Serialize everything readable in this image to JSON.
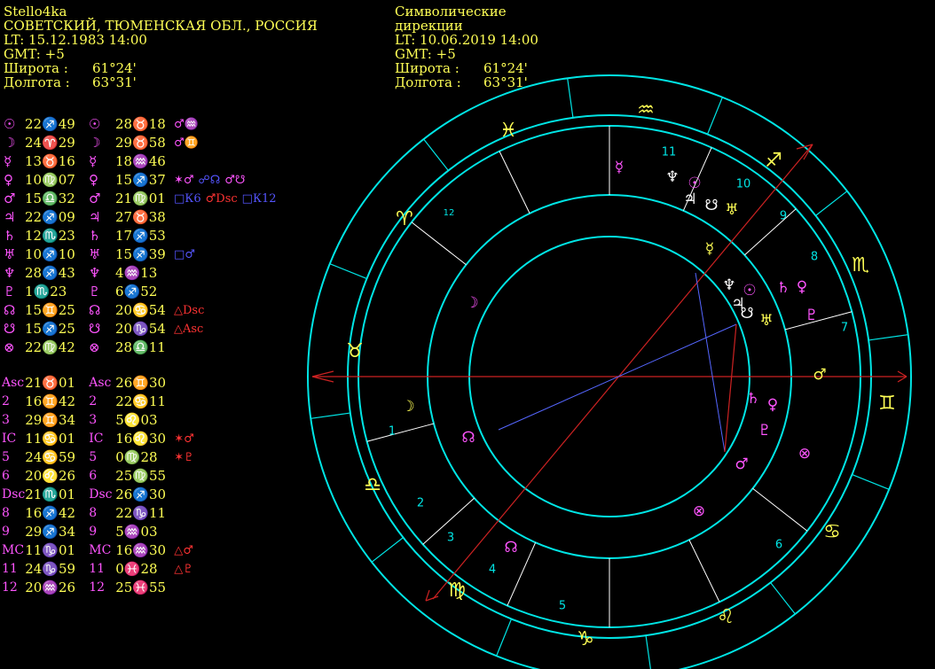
{
  "natal": {
    "name": "Stello4ka",
    "place": "СОВЕТСКИЙ, ТЮМЕНСКАЯ ОБЛ., РОССИЯ",
    "lt": "LT: 15.12.1983  14:00",
    "gmt": "GMT: +5",
    "lat_label": "Широта :",
    "lat_value": "61°24'",
    "lon_label": "Долгота :",
    "lon_value": "63°31'"
  },
  "directions": {
    "title1": "Символические",
    "title2": "дирекции",
    "lt": "LT: 10.06.2019  14:00",
    "gmt": "GMT: +5",
    "lat_label": "Широта :",
    "lat_value": "61°24'",
    "lon_label": "Долгота :",
    "lon_value": "63°31'"
  },
  "planets": [
    {
      "g": "☉",
      "n": "22♐49",
      "d": "28♉18",
      "asp": [
        {
          "t": "♂♒",
          "c": "#ff55ff"
        }
      ]
    },
    {
      "g": "☽",
      "n": "24♈29",
      "d": "29♉58",
      "asp": [
        {
          "t": "♂♊",
          "c": "#ff55ff"
        }
      ]
    },
    {
      "g": "☿",
      "n": "13♉16",
      "d": "18♒46",
      "asp": []
    },
    {
      "g": "♀",
      "n": "10♍07",
      "d": "15♐37",
      "asp": [
        {
          "t": "✶♂",
          "c": "#ff55ff"
        },
        {
          "t": "☍☊",
          "c": "#5555ff"
        },
        {
          "t": "♂☋",
          "c": "#ff55ff"
        }
      ]
    },
    {
      "g": "♂",
      "n": "15♎32",
      "d": "21♍01",
      "asp": [
        {
          "t": "□К6",
          "c": "#5555ff"
        },
        {
          "t": "♂Dsc",
          "c": "#ff3333"
        },
        {
          "t": "□К12",
          "c": "#5555ff"
        }
      ]
    },
    {
      "g": "♃",
      "n": "22♐09",
      "d": "27♉38",
      "asp": []
    },
    {
      "g": "♄",
      "n": "12♏23",
      "d": "17♐53",
      "asp": []
    },
    {
      "g": "♅",
      "n": "10♐10",
      "d": "15♐39",
      "asp": [
        {
          "t": "□♂",
          "c": "#5555ff"
        }
      ]
    },
    {
      "g": "♆",
      "n": "28♐43",
      "d": "4♒13",
      "asp": []
    },
    {
      "g": "♇",
      "n": "1♏23",
      "d": "6♐52",
      "asp": []
    },
    {
      "g": "☊",
      "n": "15♊25",
      "d": "20♋54",
      "asp": [
        {
          "t": "△Dsc",
          "c": "#ff3333"
        }
      ]
    },
    {
      "g": "☋",
      "n": "15♐25",
      "d": "20♑54",
      "asp": [
        {
          "t": "△Asc",
          "c": "#ff3333"
        }
      ]
    },
    {
      "g": "⊗",
      "n": "22♍42",
      "d": "28♎11",
      "asp": []
    }
  ],
  "houses": [
    {
      "g": "Asc",
      "n": "21♉01",
      "dg": "Asc",
      "d": "26♊30",
      "asp": []
    },
    {
      "g": "2",
      "n": "16♊42",
      "dg": "2",
      "d": "22♋11",
      "asp": []
    },
    {
      "g": "3",
      "n": "29♊34",
      "dg": "3",
      "d": "5♌03",
      "asp": []
    },
    {
      "g": "IC",
      "n": "11♋01",
      "dg": "IC",
      "d": "16♌30",
      "asp": [
        {
          "t": "✶♂",
          "c": "#ff3333"
        }
      ]
    },
    {
      "g": "5",
      "n": "24♋59",
      "dg": "5",
      "d": "0♍28",
      "asp": [
        {
          "t": "✶♇",
          "c": "#ff3333"
        }
      ]
    },
    {
      "g": "6",
      "n": "20♌26",
      "dg": "6",
      "d": "25♍55",
      "asp": []
    },
    {
      "g": "Dsc",
      "n": "21♏01",
      "dg": "Dsc",
      "d": "26♐30",
      "asp": []
    },
    {
      "g": "8",
      "n": "16♐42",
      "dg": "8",
      "d": "22♑11",
      "asp": []
    },
    {
      "g": "9",
      "n": "29♐34",
      "dg": "9",
      "d": "5♒03",
      "asp": []
    },
    {
      "g": "MC",
      "n": "11♑01",
      "dg": "MC",
      "d": "16♒30",
      "asp": [
        {
          "t": "△♂",
          "c": "#ff3333"
        }
      ]
    },
    {
      "g": "11",
      "n": "24♑59",
      "dg": "11",
      "d": "0♓28",
      "asp": [
        {
          "t": "△♇",
          "c": "#ff3333"
        }
      ]
    },
    {
      "g": "12",
      "n": "20♒26",
      "dg": "12",
      "d": "25♓55",
      "asp": []
    }
  ],
  "wheel": {
    "signs": [
      {
        "g": "♒",
        "c": "#ffff55"
      },
      {
        "g": "♓",
        "c": "#ffff55"
      },
      {
        "g": "♐",
        "c": "#ffff55"
      },
      {
        "g": "♈",
        "c": "#ffff55"
      },
      {
        "g": "♉",
        "c": "#ffff55"
      },
      {
        "g": "♏",
        "c": "#ffff55"
      },
      {
        "g": "♊",
        "c": "#ffff55"
      },
      {
        "g": "♎",
        "c": "#ffff55"
      },
      {
        "g": "♋",
        "c": "#ffff55"
      },
      {
        "g": "♍",
        "c": "#ffff55"
      },
      {
        "g": "♌",
        "c": "#ffff55"
      },
      {
        "g": "♑",
        "c": "#ffff55"
      }
    ],
    "house_numbers": [
      "1",
      "2",
      "3",
      "4",
      "5",
      "6",
      "7",
      "8",
      "9",
      "10",
      "11",
      "12"
    ],
    "glyphs": [
      {
        "g": "☿",
        "c": "#ff55ff"
      },
      {
        "g": "♆",
        "c": "#ffffff"
      },
      {
        "g": "☉",
        "c": "#ff55ff"
      },
      {
        "g": "♃",
        "c": "#ffffff"
      },
      {
        "g": "☋",
        "c": "#ffffff"
      },
      {
        "g": "♅",
        "c": "#ffff55"
      },
      {
        "g": "☿",
        "c": "#ffff55"
      },
      {
        "g": "♆",
        "c": "#ffffff"
      },
      {
        "g": "☉",
        "c": "#ff55ff"
      },
      {
        "g": "♄",
        "c": "#ff55ff"
      },
      {
        "g": "♀",
        "c": "#ff55ff"
      },
      {
        "g": "♃",
        "c": "#ffffff"
      },
      {
        "g": "☋",
        "c": "#ffffff"
      },
      {
        "g": "♅",
        "c": "#ffff55"
      },
      {
        "g": "♇",
        "c": "#ff55ff"
      },
      {
        "g": "☽",
        "c": "#ff55ff"
      },
      {
        "g": "♂",
        "c": "#ffff55"
      },
      {
        "g": "♄",
        "c": "#ff55ff"
      },
      {
        "g": "♀",
        "c": "#ff55ff"
      },
      {
        "g": "☽",
        "c": "#ffff55"
      },
      {
        "g": "♇",
        "c": "#ff55ff"
      },
      {
        "g": "☊",
        "c": "#ff55ff"
      },
      {
        "g": "⊗",
        "c": "#ff55ff"
      },
      {
        "g": "♂",
        "c": "#ff55ff"
      },
      {
        "g": "⊗",
        "c": "#ff55ff"
      },
      {
        "g": "☊",
        "c": "#ff55ff"
      }
    ]
  },
  "colors": {
    "background": "#000000",
    "wheel": "#00e5e5",
    "yellow": "#ffff55",
    "magenta": "#ff55ff",
    "white": "#ffffff",
    "axis": "#cc2222",
    "aspect_blue": "#5566ff"
  }
}
